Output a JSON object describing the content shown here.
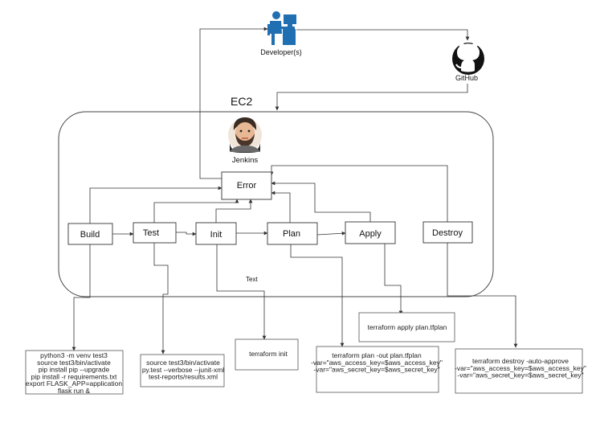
{
  "actors": {
    "developer": "Developer(s)",
    "github": "GitHub",
    "jenkins": "Jenkins"
  },
  "ec2_label": "EC2",
  "stages": {
    "error": "Error",
    "build": "Build",
    "test": "Test",
    "init": "Init",
    "plan": "Plan",
    "apply": "Apply",
    "destroy": "Destroy"
  },
  "floating_label": "Text",
  "notes": {
    "build": [
      "python3 -m venv test3",
      "source test3/bin/activate",
      "pip install pip --upgrade",
      "pip install -r requirements.txt",
      "export FLASK_APP=application",
      "flask run &"
    ],
    "test": [
      "source test3/bin/activate",
      "py.test --verbose --junit-xml",
      "test-reports/results.xml"
    ],
    "init": [
      "terraform init"
    ],
    "plan": [
      "terraform plan -out plan.tfplan",
      "-var=\"aws_access_key=$aws_access_key\"",
      "-var=\"aws_secret_key=$aws_secret_key\""
    ],
    "apply": [
      "terraform apply plan.tfplan"
    ],
    "destroy": [
      "terraform destroy -auto-approve",
      "-var=\"aws_access_key=$aws_access_key\"",
      "-var=\"aws_secret_key=$aws_secret_key\""
    ]
  },
  "icons": {
    "developer": "developer-at-desk-icon",
    "github": "github-octocat-icon",
    "jenkins": "jenkins-avatar-icon"
  },
  "colors": {
    "developer_icon": "#1f6fb2",
    "line": "#333333"
  }
}
